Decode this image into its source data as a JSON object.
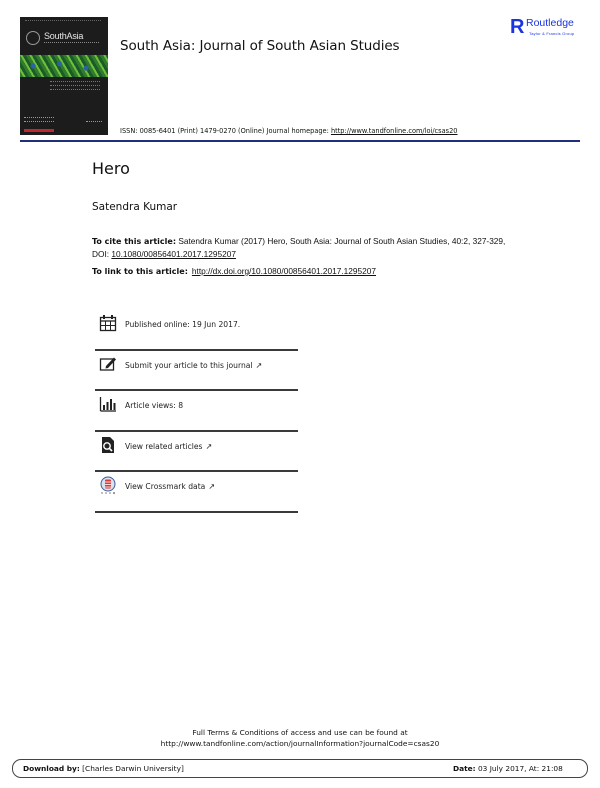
{
  "header": {
    "cover": {
      "title": "SouthAsia",
      "alt": "South Asia journal cover"
    },
    "journal_title": "South Asia: Journal of South Asian Studies",
    "publisher_logo": {
      "mark": "R",
      "name": "Routledge",
      "tagline": "Taylor & Francis Group"
    },
    "issn_text": "ISSN: 0085-6401 (Print) 1479-0270 (Online) Journal homepage: ",
    "homepage_url": "http://www.tandfonline.com/loi/csas20",
    "rule_color": "#1f2f7a"
  },
  "article": {
    "title": "Hero",
    "author": "Satendra Kumar",
    "cite_label": "To cite this article:",
    "cite_text": " Satendra Kumar (2017) Hero, South Asia: Journal of South Asian Studies, 40:2, 327-329, DOI: ",
    "doi": "10.1080/00856401.2017.1295207",
    "link_label": "To link to this article:",
    "link_url": "http://dx.doi.org/10.1080/00856401.2017.1295207"
  },
  "meta": [
    {
      "icon": "calendar-icon",
      "label": "Published online: 19 Jun 2017.",
      "external": false
    },
    {
      "icon": "edit-icon",
      "label": "Submit your article to this journal",
      "external": true
    },
    {
      "icon": "bar-chart-icon",
      "label": "Article views: 8",
      "external": false
    },
    {
      "icon": "search-document-icon",
      "label": "View related articles",
      "external": true
    },
    {
      "icon": "crossmark-icon",
      "label": "View Crossmark data",
      "external": true
    }
  ],
  "external_glyph": "↗",
  "footer": {
    "terms_line1": "Full Terms & Conditions of access and use can be found at",
    "terms_line2": "http://www.tandfonline.com/action/journalInformation?journalCode=csas20",
    "download_label": "Download by:",
    "download_value": " [Charles Darwin University]",
    "date_label": "Date:",
    "date_value": " 03 July 2017, At: 21:08"
  }
}
